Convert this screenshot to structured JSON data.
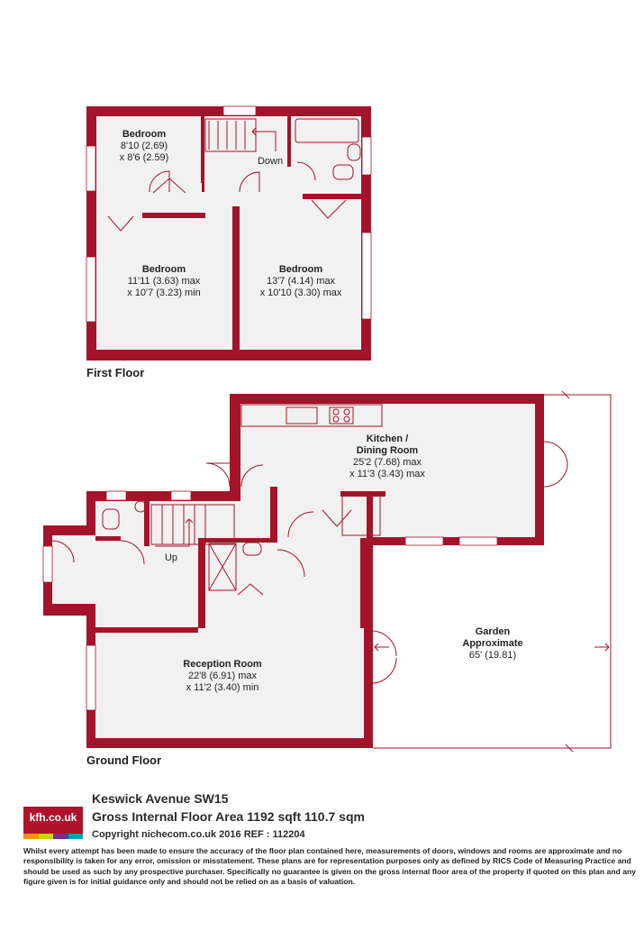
{
  "plan": {
    "first_floor_label": "First Floor",
    "ground_floor_label": "Ground Floor",
    "rooms": {
      "bedroom_small": {
        "name": "Bedroom",
        "dim1": "8'10 (2.69)",
        "dim2": "x 8'6 (2.59)"
      },
      "bedroom_left": {
        "name": "Bedroom",
        "dim1": "11'11 (3.63) max",
        "dim2": "x 10'7 (3.23) min"
      },
      "bedroom_right": {
        "name": "Bedroom",
        "dim1": "13'7 (4.14) max",
        "dim2": "x 10'10 (3.30) max"
      },
      "kitchen": {
        "name": "Kitchen /",
        "name2": "Dining Room",
        "dim1": "25'2 (7.68) max",
        "dim2": "x 11'3 (3.43) max"
      },
      "reception": {
        "name": "Reception Room",
        "dim1": "22'8 (6.91) max",
        "dim2": "x 11'2 (3.40) min"
      },
      "garden": {
        "name": "Garden",
        "name2": "Approximate",
        "dim1": "65' (19.81)"
      }
    },
    "stair_down": "Down",
    "stair_up": "Up",
    "colors": {
      "wall": "#a3142a",
      "floor": "#f1f1f1"
    }
  },
  "footer": {
    "logo_text": "kfh.co.uk",
    "logo_colors": [
      "#f29200",
      "#c4d600",
      "#7a2c8e",
      "#00a0b0"
    ],
    "address": "Keswick Avenue  SW15",
    "area": "Gross Internal Floor Area 1192 sqft 110.7 sqm",
    "copyright": "Copyright nichecom.co.uk 2016 REF : 112204",
    "disclaimer": "Whilst every attempt has been made to ensure the accuracy of the floor plan contained here, measurements of doors, windows and rooms are approximate and no responsibility is taken for any error, omission or misstatement.  These plans are for representation purposes only as defined by RICS Code of Measuring Practice and should be used as such by any prospective purchaser.  Specifically no guarantee is given on the gross internal floor area of the property if quoted on this plan and any figure given is for initial guidance only and should not be relied on as a basis of valuation."
  }
}
